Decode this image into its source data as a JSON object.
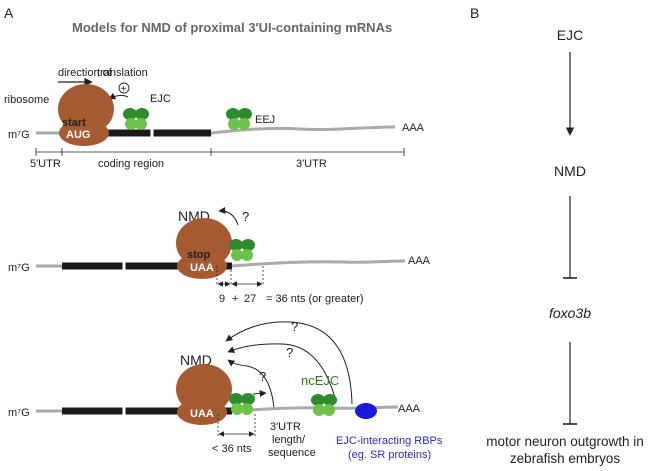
{
  "panel_a": {
    "letter": "A",
    "title": "Models for NMD of proximal 3′UI-containing mRNAs",
    "model1": {
      "direction_label": "direction of",
      "translation_label": "translation",
      "plus": "+",
      "ribosome": "ribosome",
      "start": "start",
      "aug": "AUG",
      "ejc": "EJC",
      "eej": "EEJ",
      "cap": "m⁷G",
      "polya": "AAA",
      "utr5": "5′UTR",
      "coding": "coding region",
      "utr3": "3′UTR"
    },
    "model2": {
      "nmd": "NMD",
      "question": "?",
      "stop": "stop",
      "uaa": "UAA",
      "cap": "m⁷G",
      "polya": "AAA",
      "nts_9": "9",
      "plus": "+",
      "nts_27": "27",
      "equation": "= 36 nts (or greater)"
    },
    "model3": {
      "nmd": "NMD",
      "q1": "?",
      "q2": "?",
      "q3": "?",
      "q4": "?",
      "uaa": "UAA",
      "cap": "m⁷G",
      "polya": "AAA",
      "ncejc": "ncEJC",
      "lt36": "< 36 nts",
      "utr_line1": "3′UTR",
      "utr_line2": "length/",
      "utr_line3": "sequence",
      "rbp_line1": "EJC-interacting RBPs",
      "rbp_line2": "(eg. SR proteins)"
    }
  },
  "panel_b": {
    "letter": "B",
    "ejc": "EJC",
    "nmd": "NMD",
    "foxo3b": "foxo3b",
    "outcome_line1": "motor neuron outgrowth in",
    "outcome_line2": "zebrafish embryos"
  },
  "colors": {
    "ribosome": "#a65a32",
    "ejc_green": "#2e8b2e",
    "ejc_light": "#6cc24a",
    "rbp_blue": "#1a1adb",
    "rbp_text": "#2a2ab8",
    "ncejc_text": "#2e7d1a",
    "mrna_gray": "#aaaaaa",
    "coding_black": "#1a1a1a"
  }
}
